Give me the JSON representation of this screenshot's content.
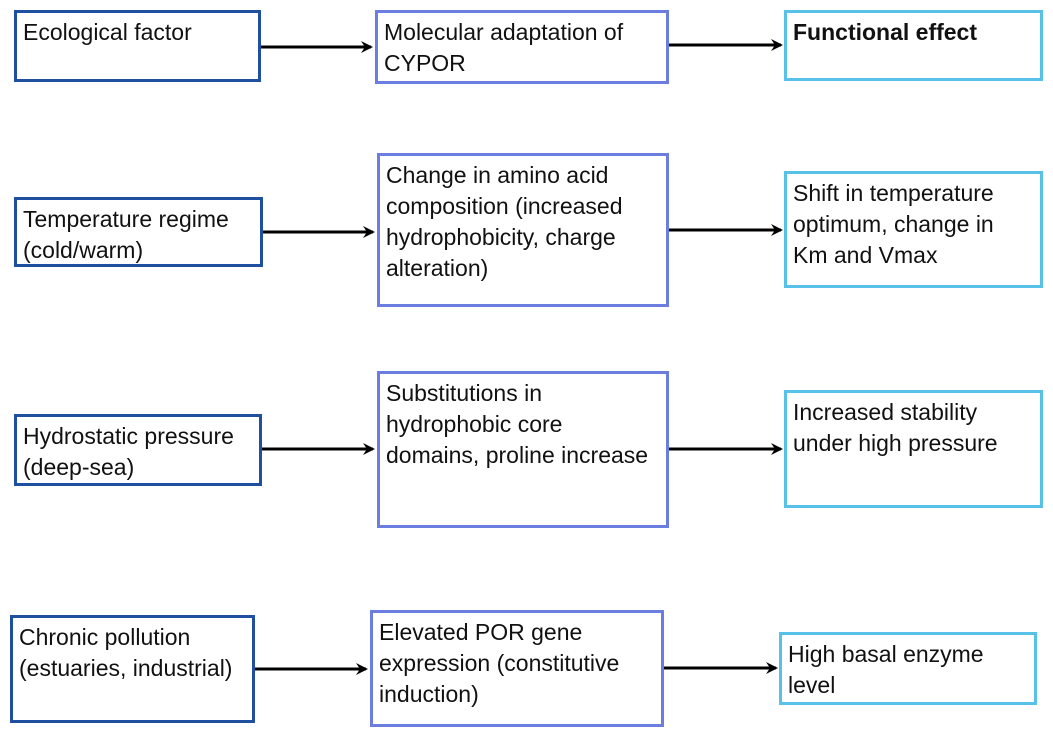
{
  "rows": [
    {
      "factor": "Ecological factor",
      "adaptation": "Molecular adaptation of CYPOR",
      "effect": "Functional effect"
    },
    {
      "factor": "Temperature regime (cold/warm)",
      "adaptation": "Change in amino acid composition (increased hydrophobicity, charge alteration)",
      "effect": "Shift in temperature optimum, change in Km and Vmax"
    },
    {
      "factor": "Hydrostatic pressure (deep-sea)",
      "adaptation": "Substitutions in hydrophobic core domains, proline increase",
      "effect": "Increased stability under high pressure"
    },
    {
      "factor": "Chronic pollution (estuaries, industrial)",
      "adaptation": "Elevated POR gene expression (constitutive induction)",
      "effect": "High basal enzyme level"
    }
  ],
  "colors": {
    "factor_border": "#1f4fa0",
    "adaptation_border": "#6b7ee0",
    "effect_border": "#58c1e8",
    "arrow": "#000000"
  }
}
